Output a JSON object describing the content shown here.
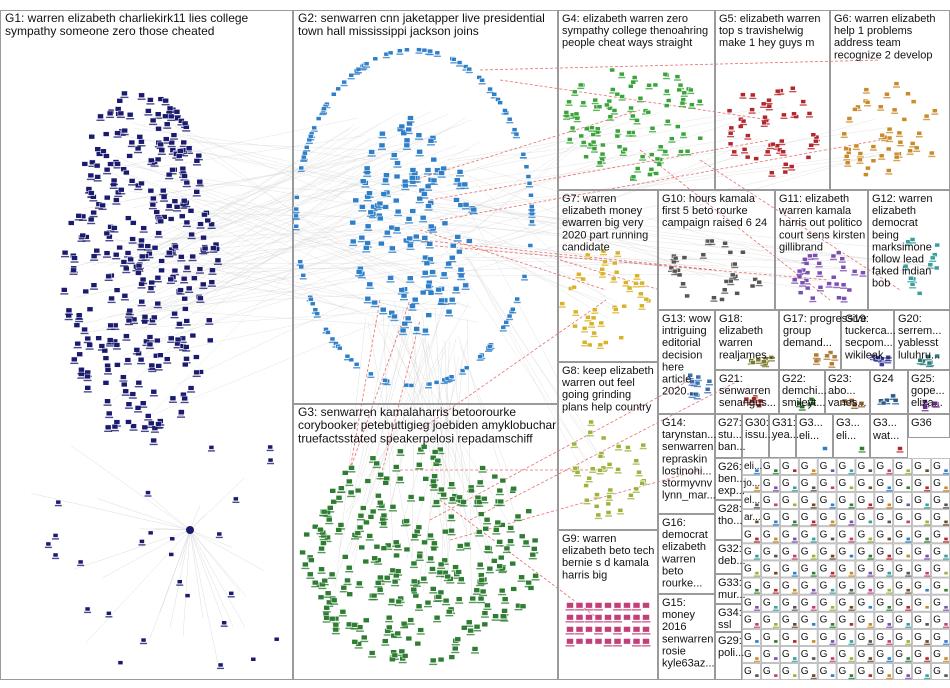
{
  "colors": {
    "background": "#ffffff",
    "panel_border": "#9a9a9a",
    "label": "#111111",
    "edge": "#cfcfcf",
    "edge_cross": "#e04040"
  },
  "groups": [
    {
      "id": "G1",
      "label_lines": [
        "G1: warren elizabeth charliekirk11 lies college",
        "sympathy someone zero those cheated"
      ],
      "color": "#1a1a6e",
      "font_size": 12,
      "nodes": 320
    },
    {
      "id": "G2",
      "label_lines": [
        "G2: senwarren cnn jaketapper live presidential",
        "town hall mississippi jackson joins"
      ],
      "color": "#2f7fc8",
      "font_size": 12,
      "nodes": 260
    },
    {
      "id": "G3",
      "label_lines": [
        "G3: senwarren kamalaharris betoorourke",
        "corybooker petebuttigieg joebiden amyklobuchar",
        "truefactsstated speakerpelosi repadamschiff"
      ],
      "color": "#2e7d32",
      "font_size": 12,
      "nodes": 280
    },
    {
      "id": "G4",
      "label_lines": [
        "G4: elizabeth warren zero",
        "sympathy college thenoahring",
        "people cheat ways straight"
      ],
      "color": "#3aa43a",
      "font_size": 11,
      "nodes": 95
    },
    {
      "id": "G5",
      "label_lines": [
        "G5: elizabeth warren",
        "top s travishelwig",
        "make 1 hey guys m"
      ],
      "color": "#b3262b",
      "font_size": 11,
      "nodes": 45
    },
    {
      "id": "G6",
      "label_lines": [
        "G6: warren elizabeth",
        "help 1 problems",
        "address team",
        "recognize 2 develop"
      ],
      "color": "#c98b2a",
      "font_size": 11,
      "nodes": 45
    },
    {
      "id": "G7",
      "label_lines": [
        "G7: warren",
        "elizabeth money",
        "ewarren big very",
        "2020 part running",
        "candidate"
      ],
      "color": "#d8b32a",
      "font_size": 11,
      "nodes": 40
    },
    {
      "id": "G8",
      "label_lines": [
        "G8: keep elizabeth",
        "warren out feel",
        "going grinding",
        "plans help country"
      ],
      "color": "#9ab33a",
      "font_size": 11,
      "nodes": 35
    },
    {
      "id": "G9",
      "label_lines": [
        "G9: warren",
        "elizabeth beto tech",
        "bernie s d kamala",
        "harris big"
      ],
      "color": "#c2407a",
      "font_size": 11,
      "nodes": 36
    },
    {
      "id": "G10",
      "label_lines": [
        "G10: hours kamala",
        "first 5 beto rourke",
        "campaign raised 6 24"
      ],
      "color": "#555555",
      "font_size": 11,
      "nodes": 30
    },
    {
      "id": "G11",
      "label_lines": [
        "G11: elizabeth",
        "warren kamala",
        "harris out politico",
        "court sens kirsten",
        "gillibrand"
      ],
      "color": "#7a4fb0",
      "font_size": 11,
      "nodes": 30
    },
    {
      "id": "G12",
      "label_lines": [
        "G12: warren",
        "elizabeth",
        "democrat",
        "being",
        "marksimone",
        "follow lead",
        "faked indian",
        "bob"
      ],
      "color": "#3a9e9e",
      "font_size": 11,
      "nodes": 12
    },
    {
      "id": "G13",
      "label_lines": [
        "G13: wow",
        "intriguing",
        "editorial",
        "decision",
        "here",
        "article",
        "2020..."
      ],
      "color": "#3a6fb0",
      "font_size": 11,
      "nodes": 10
    },
    {
      "id": "G14",
      "label_lines": [
        "G14:",
        "tarynstan...",
        "senwarren",
        "repraskin",
        "lostinohi...",
        "stormyvnv",
        "lynn_mar..."
      ],
      "color": "#6b4a2b",
      "font_size": 11,
      "nodes": 10
    },
    {
      "id": "G15",
      "label_lines": [
        "G15:",
        "money",
        "2016",
        "senwarren",
        "rosie",
        "kyle63az..."
      ],
      "color": "#4a7a3a",
      "font_size": 11,
      "nodes": 8
    },
    {
      "id": "G16",
      "label_lines": [
        "G16:",
        "democrat",
        "elizabeth",
        "warren",
        "beto",
        "rourke..."
      ],
      "color": "#8a3a8a",
      "font_size": 11,
      "nodes": 8
    },
    {
      "id": "G17",
      "label_lines": [
        "G17: progressive",
        "group",
        "demand..."
      ],
      "color": "#b07a3a",
      "font_size": 11,
      "nodes": 7
    },
    {
      "id": "G18",
      "label_lines": [
        "G18:",
        "elizabeth",
        "warren",
        "realjames..."
      ],
      "color": "#7a7a2a",
      "font_size": 11,
      "nodes": 7
    },
    {
      "id": "G19",
      "label_lines": [
        "G19:",
        "tuckerca...",
        "secpom...",
        "wikileak..."
      ],
      "color": "#3a3a9a",
      "font_size": 11,
      "nodes": 7
    },
    {
      "id": "G20",
      "label_lines": [
        "G20:",
        "serrem...",
        "yablesst",
        "luluhru..."
      ],
      "color": "#2a7a7a",
      "font_size": 11,
      "nodes": 6
    },
    {
      "id": "G21",
      "label_lines": [
        "G21:",
        "senwarren",
        "senangus..."
      ],
      "color": "#9a2a2a",
      "font_size": 11,
      "nodes": 6
    },
    {
      "id": "G22",
      "label_lines": [
        "G22:",
        "demchi...",
        "smileyt..."
      ],
      "color": "#2a6a2a",
      "font_size": 11,
      "nodes": 5
    },
    {
      "id": "G23",
      "label_lines": [
        "G23:",
        "abo...",
        "vanes..."
      ],
      "color": "#8a5a2a",
      "font_size": 11,
      "nodes": 5
    },
    {
      "id": "G24",
      "label_lines": [
        "G24"
      ],
      "color": "#2a5a8a",
      "font_size": 11,
      "nodes": 5
    },
    {
      "id": "G25",
      "label_lines": [
        "G25:",
        "gope...",
        "eliza..."
      ],
      "color": "#6a2a8a",
      "font_size": 11,
      "nodes": 5
    },
    {
      "id": "G26",
      "label_lines": [
        "G26:",
        "ben...",
        "exp..."
      ],
      "color": "#4a4a4a",
      "font_size": 11,
      "nodes": 4
    },
    {
      "id": "G27",
      "label_lines": [
        "G27:",
        "stu...",
        "ban..."
      ],
      "color": "#5a8a2a",
      "font_size": 11,
      "nodes": 4
    },
    {
      "id": "G28",
      "label_lines": [
        "G28:",
        "tho..."
      ],
      "color": "#8a2a5a",
      "font_size": 11,
      "nodes": 4
    },
    {
      "id": "G29",
      "label_lines": [
        "G29:",
        "poli..."
      ],
      "color": "#2a8a5a",
      "font_size": 11,
      "nodes": 4
    },
    {
      "id": "G30",
      "label_lines": [
        "G30:",
        "issu..."
      ],
      "color": "#5a2a8a",
      "font_size": 11,
      "nodes": 4
    },
    {
      "id": "G31",
      "label_lines": [
        "G31:",
        "yea..."
      ],
      "color": "#8a6a2a",
      "font_size": 11,
      "nodes": 4
    },
    {
      "id": "G32",
      "label_lines": [
        "G32:",
        "deb..."
      ],
      "color": "#2a4a8a",
      "font_size": 11,
      "nodes": 4
    },
    {
      "id": "G33",
      "label_lines": [
        "G33:",
        "mur..."
      ],
      "color": "#8a4a4a",
      "font_size": 11,
      "nodes": 4
    },
    {
      "id": "G34",
      "label_lines": [
        "G34:",
        "ssl"
      ],
      "color": "#4a8a8a",
      "font_size": 11,
      "nodes": 4
    },
    {
      "id": "G36",
      "label_lines": [
        "G36"
      ],
      "color": "#6a6a2a",
      "font_size": 11,
      "nodes": 4
    }
  ],
  "small_groups": {
    "labels": [
      "G3...",
      "G3...",
      "G3..."
    ],
    "partial_labels": [
      "eli...",
      "eli...",
      "wat...",
      "eli...",
      "jo...",
      "el...",
      "ar...",
      "eli...",
      "eli...",
      "G.",
      "G.",
      "G."
    ],
    "cell_label": "G",
    "colors": [
      "#2f7fc8",
      "#2e7d32",
      "#b3262b",
      "#c98b2a",
      "#7a4fb0",
      "#3a9e9e",
      "#555555",
      "#c2407a",
      "#9ab33a",
      "#6b4a2b"
    ]
  }
}
